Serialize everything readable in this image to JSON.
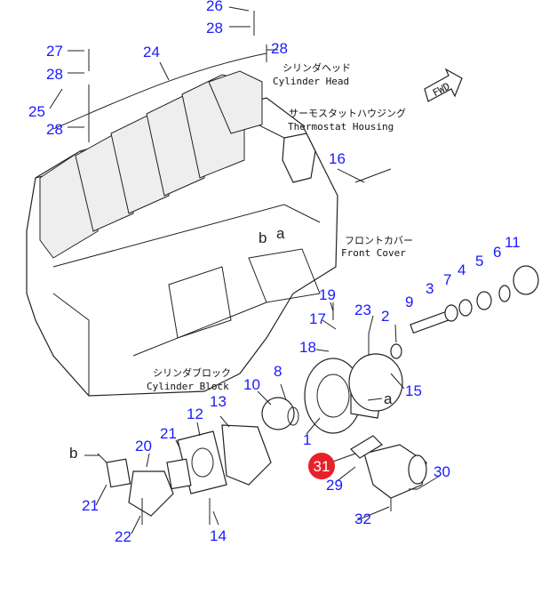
{
  "diagram": {
    "captions": {
      "cylinder_head_jp": "シリンダヘッド",
      "cylinder_head_en": "Cylinder Head",
      "thermostat_housing_jp": "サーモスタットハウジング",
      "thermostat_housing_en": "Thermostat Housing",
      "front_cover_jp": "フロントカバー",
      "front_cover_en": "Front Cover",
      "cylinder_block_jp": "シリンダブロック",
      "cylinder_block_en": "Cylinder Block",
      "fwd": "FWD"
    },
    "part_numbers": [
      "26",
      "28",
      "28",
      "27",
      "28",
      "24",
      "25",
      "28",
      "16",
      "11",
      "6",
      "5",
      "4",
      "7",
      "3",
      "9",
      "2",
      "23",
      "19",
      "17",
      "18",
      "8",
      "10",
      "15",
      "1",
      "12",
      "13",
      "21",
      "20",
      "29",
      "30",
      "21",
      "22",
      "14",
      "32"
    ],
    "highlighted_part": "31",
    "highlight_color": "#e8202a",
    "ref_marks": [
      "b",
      "a",
      "b",
      "a"
    ]
  }
}
